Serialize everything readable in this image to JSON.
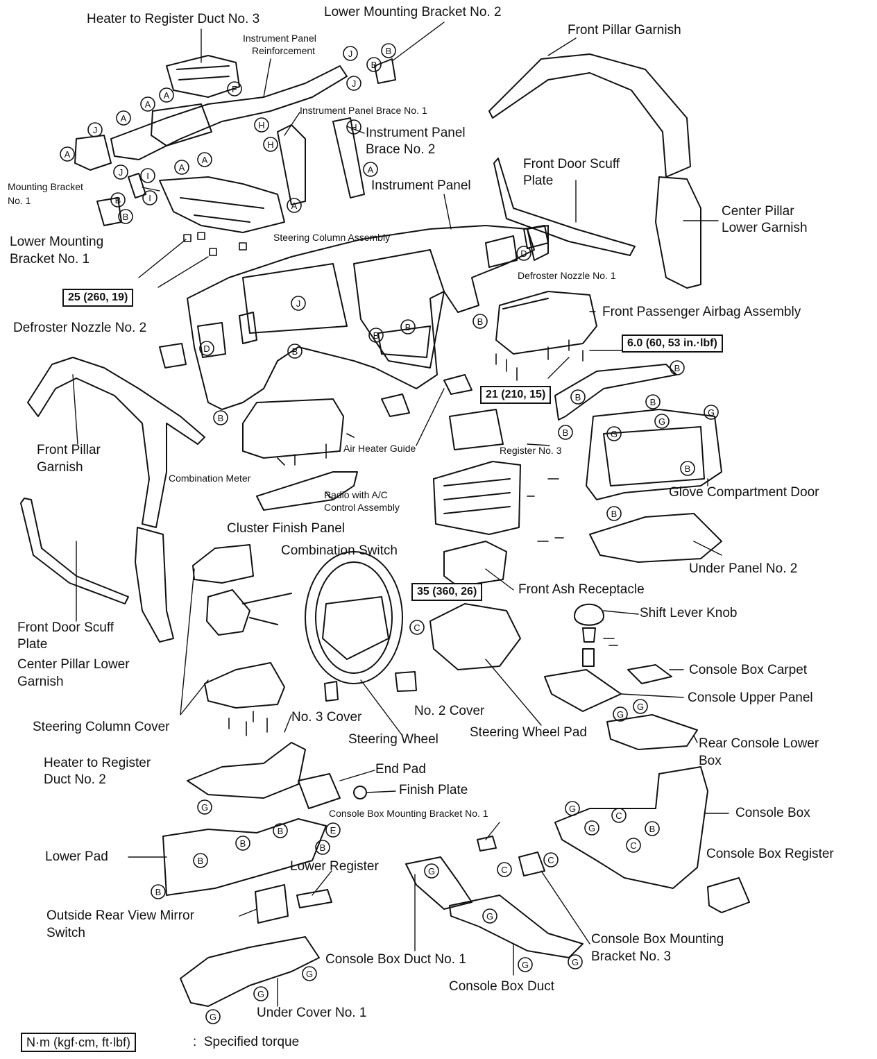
{
  "labels": {
    "heater_duct_3": "Heater to Register Duct No. 3",
    "lower_bracket_2": "Lower Mounting Bracket No. 2",
    "ip_reinforcement_1": "Instrument Panel",
    "ip_reinforcement_2": "Reinforcement",
    "front_pillar_garnish_r": "Front Pillar Garnish",
    "ip_brace_1": "Instrument Panel Brace No. 1",
    "ip_brace_2_a": "Instrument Panel",
    "ip_brace_2_b": "Brace No. 2",
    "mounting_bracket_1_a": "Mounting Bracket",
    "mounting_bracket_1_b": "No. 1",
    "instrument_panel": "Instrument Panel",
    "front_door_scuff_r_a": "Front Door Scuff",
    "front_door_scuff_r_b": "Plate",
    "center_pillar_r_a": "Center Pillar",
    "center_pillar_r_b": "Lower Garnish",
    "lower_bracket_1_a": "Lower Mounting",
    "lower_bracket_1_b": "Bracket No. 1",
    "steering_column_assembly": "Steering Column Assembly",
    "defroster_nozzle_1": "Defroster Nozzle No. 1",
    "passenger_airbag": "Front Passenger Airbag Assembly",
    "defroster_nozzle_2": "Defroster Nozzle No. 2",
    "front_pillar_garnish_l_a": "Front Pillar",
    "front_pillar_garnish_l_b": "Garnish",
    "air_heater_guide": "Air Heater Guide",
    "register_3": "Register No. 3",
    "combination_meter": "Combination Meter",
    "radio_ac_a": "Radio with A/C",
    "radio_ac_b": "Control Assembly",
    "glove_compartment_door": "Glove Compartment Door",
    "cluster_finish_panel": "Cluster Finish Panel",
    "combination_switch": "Combination Switch",
    "under_panel_2": "Under Panel No. 2",
    "front_ash_receptacle": "Front Ash Receptacle",
    "front_door_scuff_l_a": "Front Door Scuff",
    "front_door_scuff_l_b": "Plate",
    "shift_lever_knob": "Shift Lever Knob",
    "center_pillar_l_a": "Center Pillar Lower",
    "center_pillar_l_b": "Garnish",
    "console_box_carpet": "Console Box Carpet",
    "console_upper_panel": "Console Upper Panel",
    "no3_cover": "No. 3 Cover",
    "no2_cover": "No. 2 Cover",
    "steering_column_cover": "Steering Column Cover",
    "steering_wheel": "Steering Wheel",
    "steering_wheel_pad": "Steering Wheel Pad",
    "rear_console_lower_a": "Rear Console Lower",
    "rear_console_lower_b": "Box",
    "heater_duct_2_a": "Heater to Register",
    "heater_duct_2_b": "Duct No. 2",
    "end_pad": "End Pad",
    "finish_plate": "Finish Plate",
    "console_bracket_1": "Console Box Mounting Bracket No. 1",
    "console_box": "Console Box",
    "lower_pad": "Lower Pad",
    "lower_register": "Lower Register",
    "console_box_register": "Console Box Register",
    "mirror_switch_a": "Outside Rear View Mirror",
    "mirror_switch_b": "Switch",
    "console_bracket_3_a": "Console Box Mounting",
    "console_bracket_3_b": "Bracket No. 3",
    "console_duct_1": "Console Box Duct No. 1",
    "console_duct": "Console Box Duct",
    "under_cover_1": "Under Cover No. 1"
  },
  "torques": {
    "t1": "25 (260, 19)",
    "t2": "6.0 (60, 53 in.·lbf)",
    "t3": "21 (210, 15)",
    "t4": "35 (360, 26)"
  },
  "legend": {
    "box": "N·m (kgf·cm, ft·lbf)",
    "text": ":  Specified torque"
  }
}
